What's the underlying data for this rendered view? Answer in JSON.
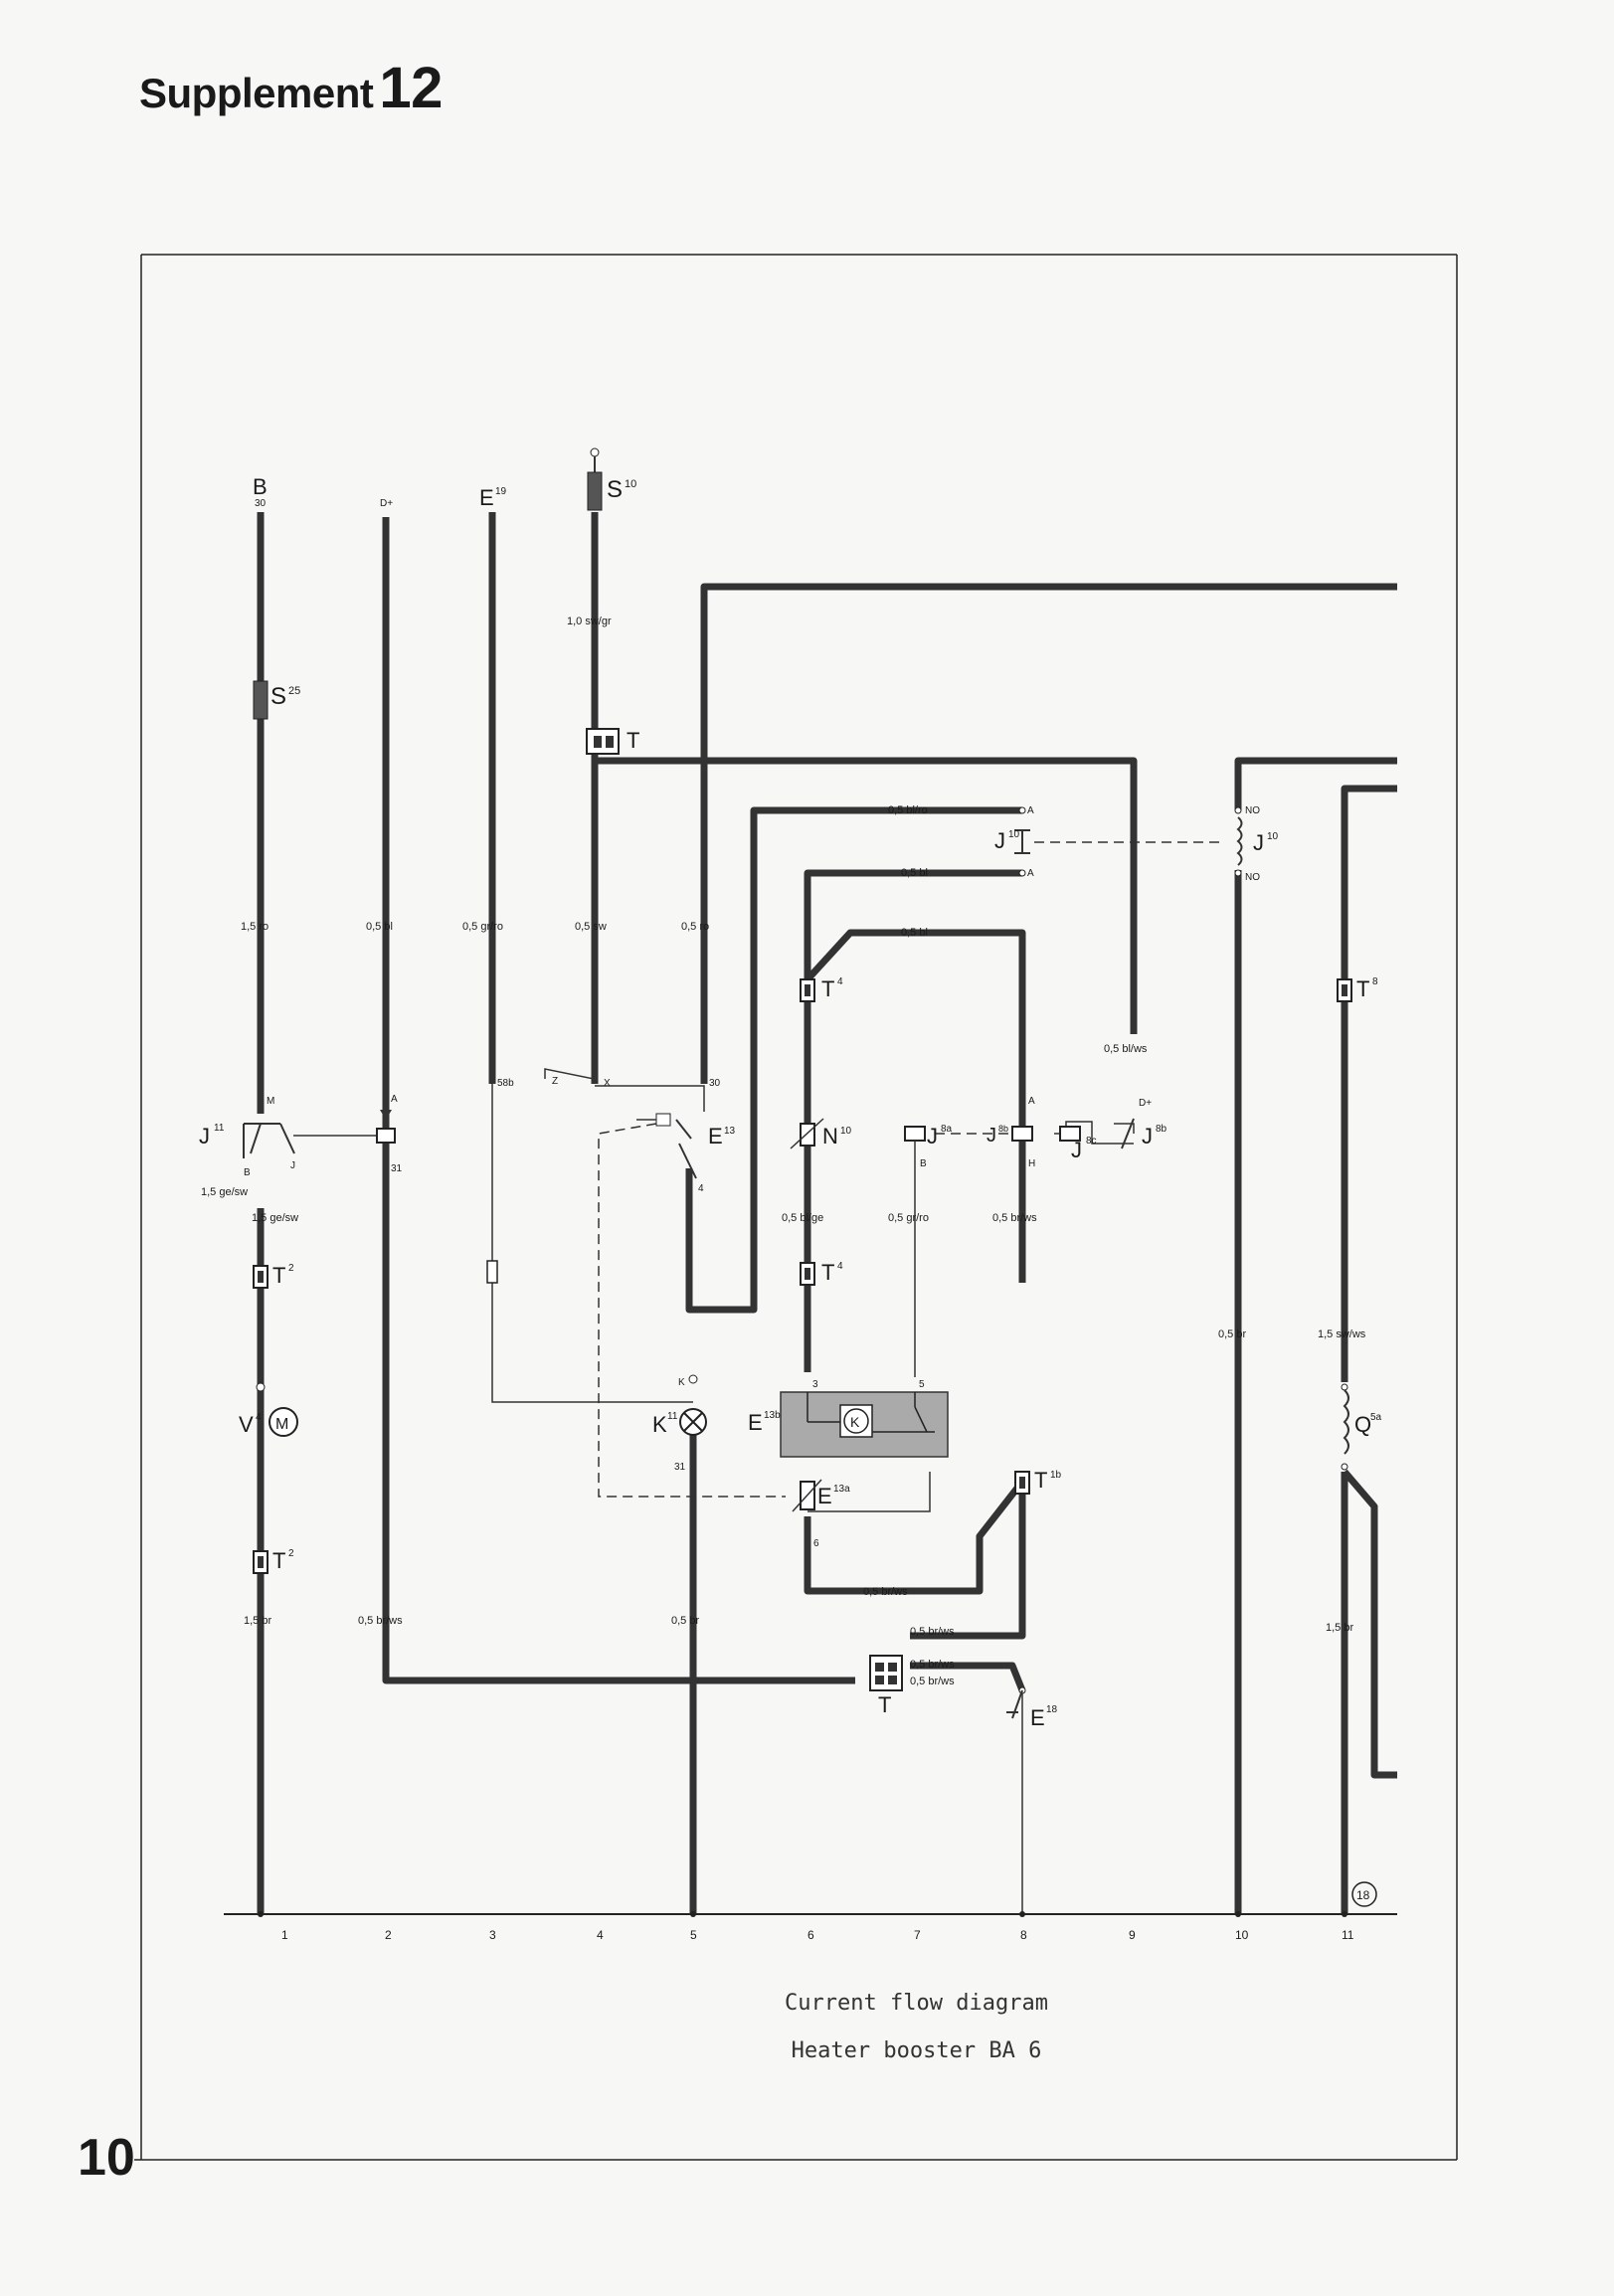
{
  "header": {
    "supplement_label": "Supplement",
    "supplement_number": "12"
  },
  "page_number": "10",
  "caption": {
    "line1": "Current flow diagram",
    "line2": "Heater booster BA 6"
  },
  "column_numbers": [
    "1",
    "2",
    "3",
    "4",
    "5",
    "6",
    "7",
    "8",
    "9",
    "10",
    "11"
  ],
  "top_terminals": {
    "b": "B",
    "b30": "30",
    "dplus": "D+",
    "e19": "E",
    "e19sup": "19"
  },
  "components": {
    "S25": {
      "base": "S",
      "sup": "25"
    },
    "S10": {
      "base": "S",
      "sup": "10"
    },
    "J11": {
      "base": "J",
      "sup": "11"
    },
    "E13": {
      "base": "E",
      "sup": "13"
    },
    "N10": {
      "base": "N",
      "sup": "10"
    },
    "J10a": {
      "base": "J",
      "sup": "10"
    },
    "J10b": {
      "base": "J",
      "sup": "10"
    },
    "J8a": {
      "base": "J",
      "sup": "8a"
    },
    "J8b": {
      "base": "J",
      "sup": "8b"
    },
    "J8c": {
      "base": "J",
      "sup": "8c"
    },
    "J8b2": {
      "base": "J",
      "sup": "8b"
    },
    "E13b": {
      "base": "E",
      "sup": "13b"
    },
    "E13a": {
      "base": "E",
      "sup": "13a"
    },
    "K11": {
      "base": "K",
      "sup": "11"
    },
    "V4": {
      "base": "V",
      "sup": "4"
    },
    "Q5a": {
      "base": "Q",
      "sup": "5a"
    },
    "E18": {
      "base": "E",
      "sup": "18"
    },
    "T2a": {
      "base": "T",
      "sup": "2"
    },
    "T2b": {
      "base": "T",
      "sup": "2"
    },
    "T4a": {
      "base": "T",
      "sup": "4"
    },
    "T4b": {
      "base": "T",
      "sup": "4"
    },
    "T8": {
      "base": "T",
      "sup": "8"
    },
    "T1b": {
      "base": "T",
      "sup": "1b"
    },
    "T_top": "T",
    "T_bot": "T",
    "K_inner": "K",
    "M": "M",
    "ref18": "18"
  },
  "wire_labels": {
    "w1": "1,5 ro",
    "w2": "0,5 bl",
    "w3": "0,5 gr/ro",
    "w4": "0,5 sw",
    "w5": "0,5 ro",
    "w10sw": "1,0 sw/gr",
    "wblro": "0,5 bl/ro",
    "wbl1": "0,5 bl",
    "wbl2": "0,5 bl",
    "wblws": "0,5 bl/ws",
    "wgesw1": "1,5 ge/sw",
    "wgesw2": "1,5 ge/sw",
    "wblge": "0,5 bl/ge",
    "wgrro": "0,5 gr/ro",
    "wbrws8": "0,5 br/ws",
    "w10br": "0,5 br",
    "w11sw": "1,5 sw/ws",
    "w1br": "1,5 br",
    "w2brws": "0,5 br/ws",
    "w5br": "0,5 br",
    "w6brws": "0,5 br/ws",
    "wbrwsA": "0,5 br/ws",
    "wbrwsB": "0,5 br/ws",
    "wbrwsC": "0,5 br/ws",
    "w11br": "1,5 br"
  },
  "pin_labels": {
    "M": "M",
    "B": "B",
    "J": "J",
    "A1": "A",
    "p31a": "31",
    "p58b": "58b",
    "Z": "Z",
    "X": "X",
    "p30": "30",
    "p4": "4",
    "A2": "A",
    "Bp": "B",
    "Hp": "H",
    "Dplus": "D+",
    "K": "K",
    "p31b": "31",
    "p3": "3",
    "p5": "5",
    "p6": "6",
    "Aa": "A",
    "Ab": "A",
    "NO1": "NO",
    "NO2": "NO"
  }
}
